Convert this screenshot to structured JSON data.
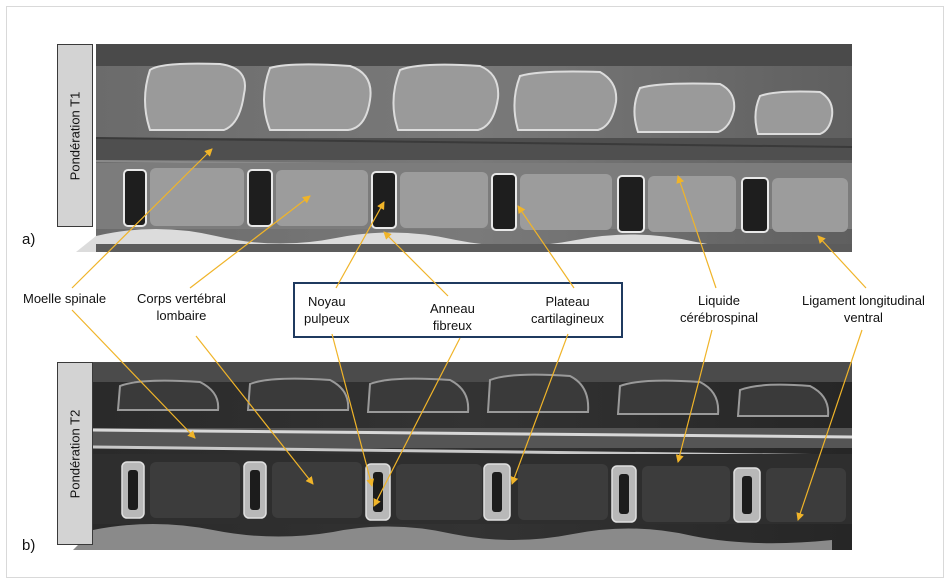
{
  "panels": [
    {
      "letter": "a)",
      "tab": "Pondération T1"
    },
    {
      "letter": "b)",
      "tab": "Pondération T2"
    }
  ],
  "labels": {
    "moelle": "Moelle spinale",
    "corps_line1": "Corps vertébral",
    "corps_line2": "lombaire",
    "noyau_line1": "Noyau",
    "noyau_line2": "pulpeux",
    "anneau_line1": "Anneau",
    "anneau_line2": "fibreux",
    "plateau_line1": "Plateau",
    "plateau_line2": "cartilagineux",
    "liquide_line1": "Liquide",
    "liquide_line2": "cérébrospinal",
    "ligament_line1": "Ligament longitudinal",
    "ligament_line2": "ventral"
  },
  "colors": {
    "arrow": "#f0b429",
    "box_border": "#1f3a5f"
  }
}
